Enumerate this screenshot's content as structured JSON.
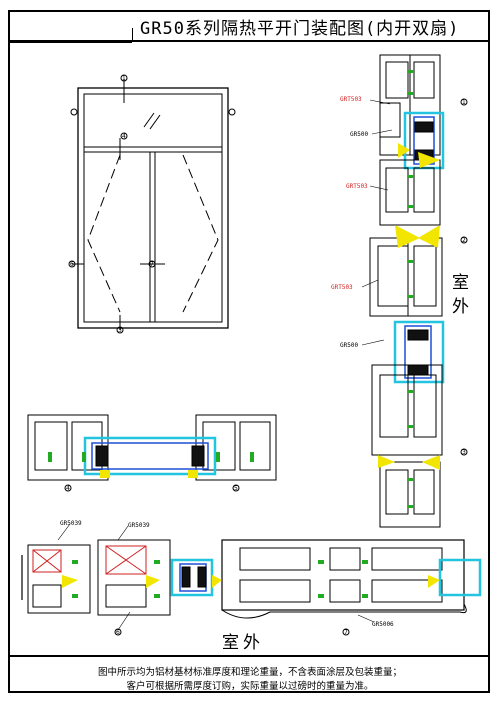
{
  "title": "GR50系列隔热平开门装配图(内开双扇)",
  "outdoor_label": "室外",
  "outdoor_label_vertical": [
    "室",
    "外"
  ],
  "notes": [
    "图中所示均为铝材基材标准厚度和理论重量，不含表面涂层及包装重量；",
    "客户可根据所需厚度订购，实际重量以过磅时的重量为准。"
  ],
  "profile_labels": {
    "right_column": [
      "GRT503",
      "GR500",
      "GRT503",
      "GRT503",
      "GR500"
    ],
    "bottom_left": [
      "GR5039",
      "GR5039"
    ],
    "bottom_right": [
      "GR5006"
    ]
  },
  "section_numbers": [
    "1",
    "2",
    "3",
    "4",
    "5",
    "6",
    "7"
  ],
  "colors": {
    "line": "#000000",
    "thermal_break_green": "#22aa22",
    "glass_cyan": "#22c4e0",
    "gasket_yellow": "#f2e600",
    "seal_red": "#d02020",
    "spacer_blue": "#1d4fd8"
  }
}
